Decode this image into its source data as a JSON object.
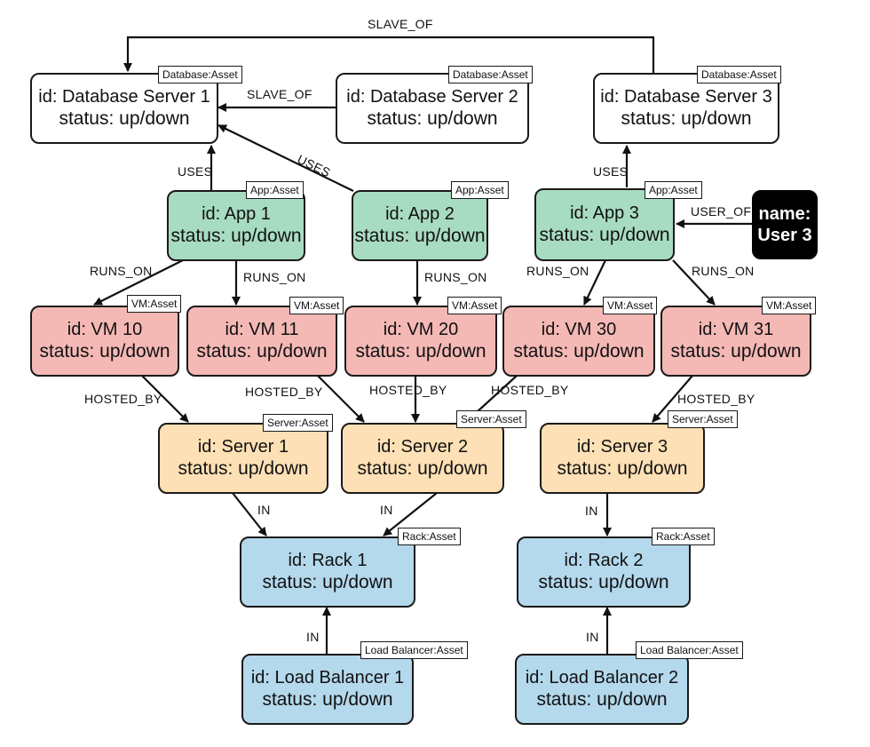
{
  "nodes": {
    "db1": {
      "id": "id: Database Server 1",
      "status": "status: up/down",
      "tag": "Database:Asset"
    },
    "db2": {
      "id": "id: Database Server 2",
      "status": "status: up/down",
      "tag": "Database:Asset"
    },
    "db3": {
      "id": "id: Database Server 3",
      "status": "status: up/down",
      "tag": "Database:Asset"
    },
    "app1": {
      "id": "id: App 1",
      "status": "status: up/down",
      "tag": "App:Asset"
    },
    "app2": {
      "id": "id: App 2",
      "status": "status: up/down",
      "tag": "App:Asset"
    },
    "app3": {
      "id": "id: App 3",
      "status": "status: up/down",
      "tag": "App:Asset"
    },
    "user3": {
      "line1": "name:",
      "line2": "User 3"
    },
    "vm10": {
      "id": "id: VM 10",
      "status": "status: up/down",
      "tag": "VM:Asset"
    },
    "vm11": {
      "id": "id: VM 11",
      "status": "status: up/down",
      "tag": "VM:Asset"
    },
    "vm20": {
      "id": "id: VM 20",
      "status": "status: up/down",
      "tag": "VM:Asset"
    },
    "vm30": {
      "id": "id: VM 30",
      "status": "status: up/down",
      "tag": "VM:Asset"
    },
    "vm31": {
      "id": "id: VM 31",
      "status": "status: up/down",
      "tag": "VM:Asset"
    },
    "server1": {
      "id": "id: Server 1",
      "status": "status: up/down",
      "tag": "Server:Asset"
    },
    "server2": {
      "id": "id: Server 2",
      "status": "status: up/down",
      "tag": "Server:Asset"
    },
    "server3": {
      "id": "id: Server 3",
      "status": "status: up/down",
      "tag": "Server:Asset"
    },
    "rack1": {
      "id": "id: Rack 1",
      "status": "status: up/down",
      "tag": "Rack:Asset"
    },
    "rack2": {
      "id": "id: Rack 2",
      "status": "status: up/down",
      "tag": "Rack:Asset"
    },
    "lb1": {
      "id": "id: Load Balancer 1",
      "status": "status: up/down",
      "tag": "Load Balancer:Asset"
    },
    "lb2": {
      "id": "id: Load Balancer 2",
      "status": "status: up/down",
      "tag": "Load Balancer:Asset"
    }
  },
  "edges": {
    "slave_of_top": "SLAVE_OF",
    "slave_of_db2": "SLAVE_OF",
    "uses_app1": "USES",
    "uses_app2": "USES",
    "uses_app3": "USES",
    "user_of": "USER_OF",
    "runs_on_vm10": "RUNS_ON",
    "runs_on_vm11": "RUNS_ON",
    "runs_on_vm20": "RUNS_ON",
    "runs_on_vm30": "RUNS_ON",
    "runs_on_vm31": "RUNS_ON",
    "hosted_by_vm10": "HOSTED_BY",
    "hosted_by_vm11": "HOSTED_BY",
    "hosted_by_vm20": "HOSTED_BY",
    "hosted_by_vm30": "HOSTED_BY",
    "hosted_by_vm31": "HOSTED_BY",
    "in_server1": "IN",
    "in_server2": "IN",
    "in_server3": "IN",
    "in_lb1": "IN",
    "in_lb2": "IN"
  }
}
